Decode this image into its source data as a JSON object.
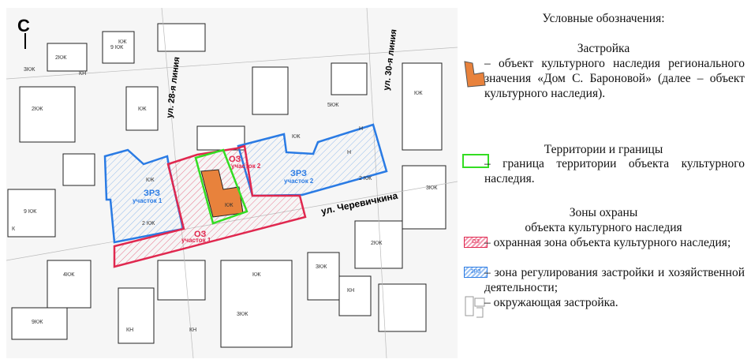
{
  "map": {
    "north_label": "С",
    "streets": {
      "line28": "ул. 28-я линия",
      "line30": "ул. 30-я линия",
      "cherevichkina": "ул. Черевичкина"
    },
    "zones": {
      "oz1": {
        "name": "ОЗ",
        "sub": "участок 1"
      },
      "oz2": {
        "name": "ОЗ",
        "sub": "участок 2"
      },
      "zrz1": {
        "name": "ЗРЗ",
        "sub": "участок 1"
      },
      "zrz2": {
        "name": "ЗРЗ",
        "sub": "участок 2"
      }
    },
    "building_labels": [
      "9 КЖ",
      "2КЖ",
      "КЖ",
      "3КЖ",
      "КН",
      "2КЖ",
      "КЖ",
      "9 КЖ",
      "К",
      "2 КЖ",
      "КЖ",
      "3КЖ",
      "КН",
      "Н",
      "Н",
      "2 КЖ",
      "КЖ",
      "КЖ",
      "5КЖ",
      "КЖ",
      "3КЖ",
      "2КЖ",
      "КН",
      "КЖ",
      "9КЖ",
      "4КЖ",
      "КН",
      "3КЖ"
    ],
    "colors": {
      "oz": "#e0284f",
      "zrz": "#2a7be4",
      "boundary": "#33dd22",
      "heritage": "#e8823c"
    }
  },
  "legend": {
    "title": "Условные обозначения:",
    "section_building": "Застройка",
    "heritage_text": "– объект культурного наследия регионального значения «Дом С. Бароновой» (далее – объект культурного наследия).",
    "section_territory": "Территории и границы",
    "boundary_text": "– граница территории объекта культурного наследия.",
    "section_zones_1": "Зоны охраны",
    "section_zones_2": "объекта культурного наследия",
    "oz_swatch_label": "ОЗ",
    "oz_text": "– охранная зона объекта культурного наследия;",
    "zrz_swatch_label": "ЗРЗ",
    "zrz_text": "– зона регулирования застройки и хозяйственной деятельности;",
    "surrounding_text": "– окружающая застройка."
  }
}
